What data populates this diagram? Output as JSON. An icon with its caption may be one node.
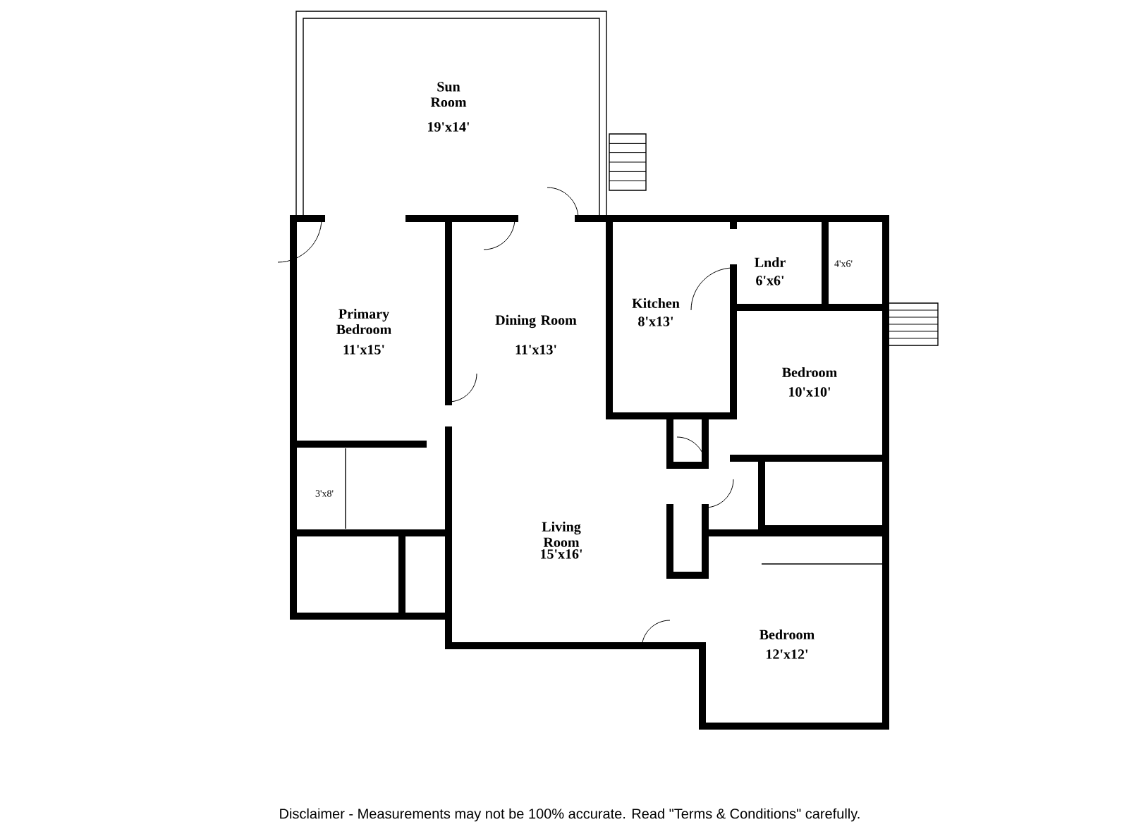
{
  "diagram": {
    "caption": "Disclaimer - Measurements may not be 100% accurate. Read \"Terms & Conditions\" carefully.",
    "labels": [
      "Sun Room",
      "19'x14'",
      "Primary Bedroom",
      "11'x15'",
      "Dining Room",
      "11'x13'",
      "Kitchen",
      "8'x13'",
      "Lndr",
      "6'x6'",
      "4'x6'",
      "Bedroom",
      "10'x10'",
      "3'x8'",
      "Living Room",
      "15'x16'",
      "Bedroom",
      "12'x12'"
    ]
  }
}
